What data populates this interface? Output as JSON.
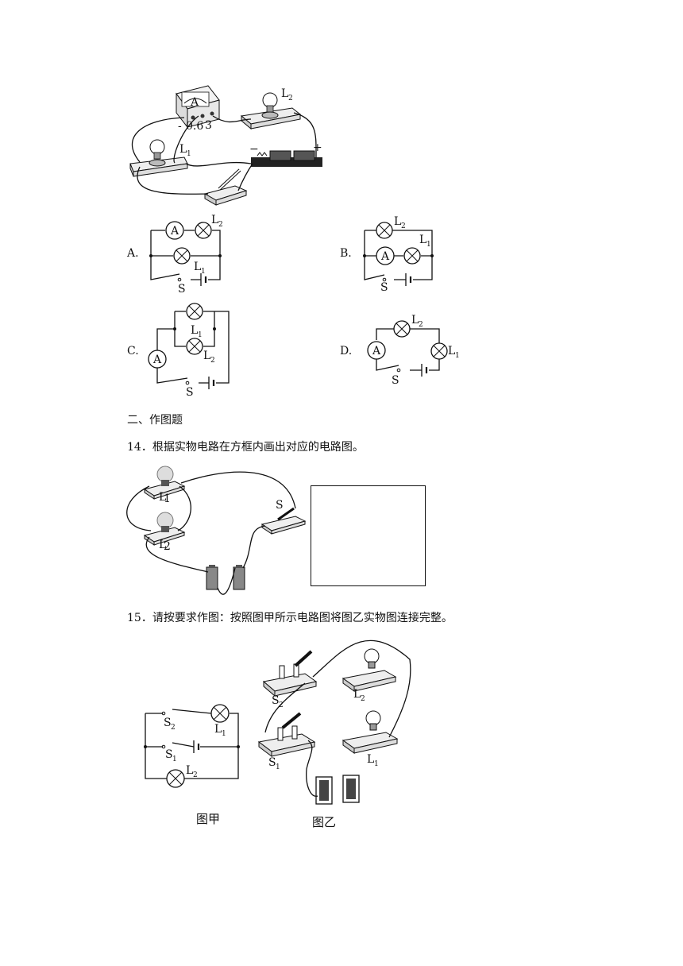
{
  "section_heading": "二、作图题",
  "q14": {
    "text": "14．根据实物电路在方框内画出对应的电路图。",
    "label_s": "S",
    "label_l1": "L",
    "label_l1_sub": "1",
    "label_l2": "L",
    "label_l2_sub": "2"
  },
  "q15": {
    "text": "15．请按要求作图：按照图甲所示电路图将图乙实物图连接完整。",
    "fig_a_caption": "图甲",
    "fig_b_caption": "图乙",
    "s1": "S",
    "s1_sub": "1",
    "s2": "S",
    "s2_sub": "2",
    "l1": "L",
    "l1_sub": "1",
    "l2": "L",
    "l2_sub": "2"
  },
  "q13_options": [
    {
      "letter": "A."
    },
    {
      "letter": "B."
    },
    {
      "letter": "C."
    },
    {
      "letter": "D."
    }
  ],
  "symbols": {
    "ammeter": "A",
    "switch": "S",
    "lamp1": "L",
    "lamp1_sub": "1",
    "lamp2": "L",
    "lamp2_sub": "2"
  },
  "meter_scale": {
    "minus": "-",
    "range1": "0.6",
    "range2": "3"
  },
  "battery_marks": {
    "minus": "−",
    "plus": "+"
  }
}
